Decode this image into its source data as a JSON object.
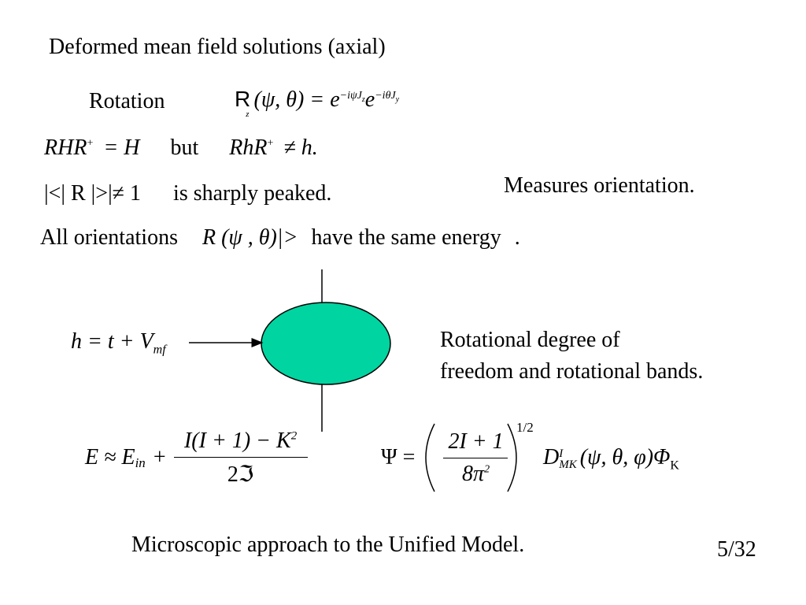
{
  "title": "Deformed mean field solutions (axial)",
  "rotation": {
    "label": "Rotation",
    "formula_R": "R",
    "formula_sub": "z",
    "formula_args": "(ψ, θ) = e",
    "exp1": "−iψJ",
    "exp1_sub": "z",
    "e2": "e",
    "exp2": "−iθJ",
    "exp2_sub": "y"
  },
  "commutation": {
    "lhs": "RHR",
    "plus": "+",
    "eq": "= H",
    "but": "but",
    "rhs": "RhR",
    "plus2": "+",
    "neq": "≠ h."
  },
  "overlap": {
    "expr": "|<| R |>|≠ 1",
    "text": "is sharply peaked."
  },
  "measures": "Measures orientation.",
  "orientations": {
    "text1": "All orientations",
    "expr": "R (ψ , θ)|>",
    "text2": "have the same energy",
    "dot": "."
  },
  "hamiltonian": {
    "expr": "h = t + V",
    "sub": "mf"
  },
  "rotational_note": {
    "line1": "Rotational degree of",
    "line2": "freedom and rotational bands."
  },
  "energy": {
    "lhs": "E ≈ E",
    "lhs_sub": "in",
    "plus": "+",
    "num": "I(I + 1) − K",
    "num_sup": "2",
    "den": "2ℑ"
  },
  "wavefunction": {
    "lhs": "Ψ =",
    "num": "2I + 1",
    "den": "8π",
    "den_sup": "2",
    "power": "1/2",
    "D": "D",
    "D_sup": "I",
    "D_sub": "MK",
    "args": "(ψ, θ, φ)Φ",
    "phi_sub": "K"
  },
  "footer": "Microscopic approach to the Unified Model.",
  "page_number": "5/32",
  "colors": {
    "ellipse_fill": "#00d4a0",
    "stroke": "#000000"
  }
}
